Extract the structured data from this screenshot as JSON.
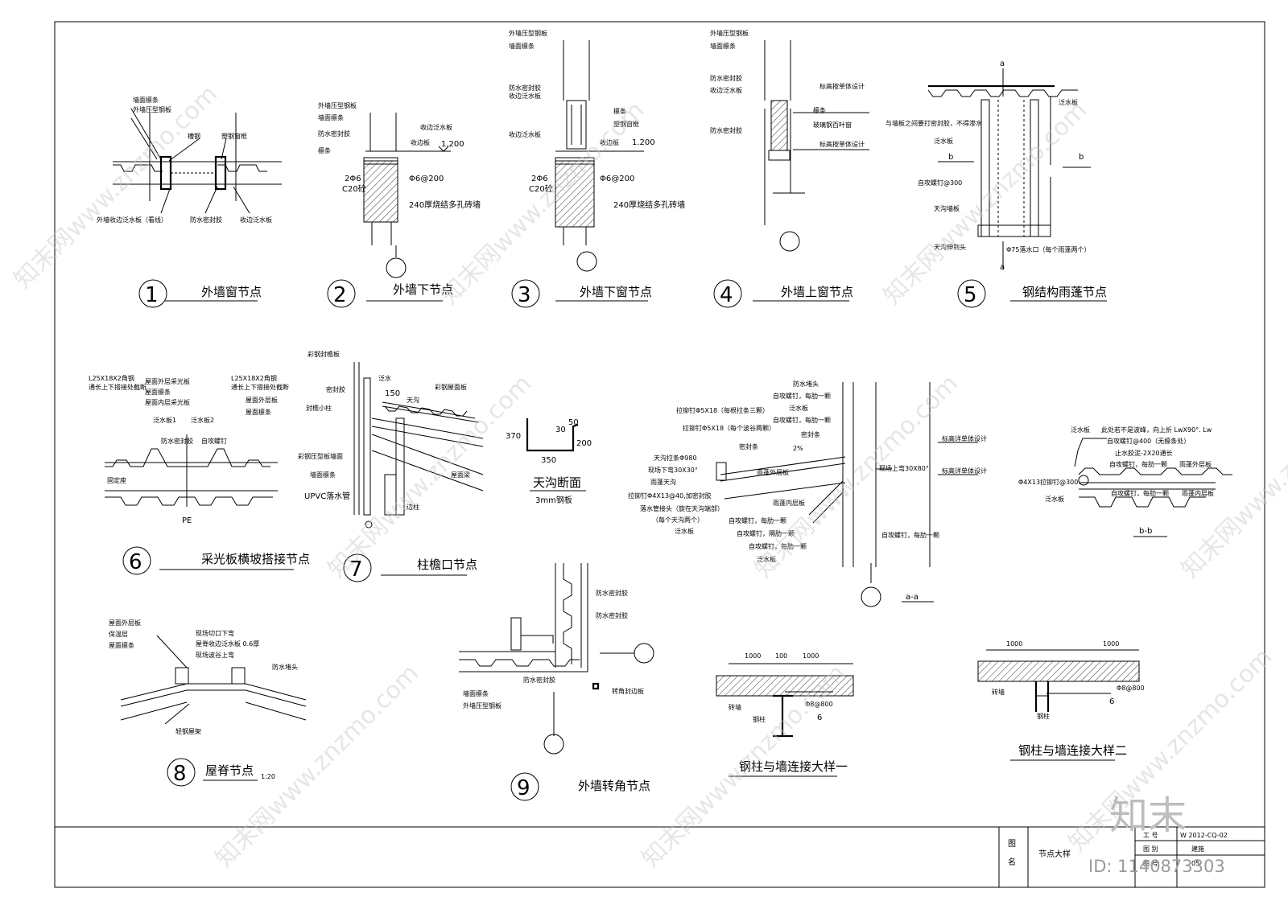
{
  "details": [
    {
      "num": "1",
      "title": "外墙窗节点",
      "labels": [
        "墙面檩条",
        "外墙压型钢板",
        "槽钢",
        "塑钢窗框",
        "外墙收边泛水板（看线）",
        "防水密封胶",
        "收边泛水板"
      ]
    },
    {
      "num": "2",
      "title": "外墙下节点",
      "labels": [
        "外墙压型钢板",
        "墙面檩条",
        "防水密封胶",
        "收边泛水板",
        "檩条",
        "收边板",
        "1.200",
        "2Φ6",
        "C20砼",
        "Φ6@200",
        "240厚烧结多孔砖墙"
      ]
    },
    {
      "num": "3",
      "title": "外墙下窗节点",
      "labels": [
        "外墙压型钢板",
        "墙面檩条",
        "防水密封胶",
        "收边泛水板",
        "檩条",
        "塑钢窗框",
        "收边泛水板",
        "收边板",
        "1.200",
        "2Φ6",
        "C20砼",
        "Φ6@200",
        "240厚烧结多孔砖墙"
      ]
    },
    {
      "num": "4",
      "title": "外墙上窗节点",
      "labels": [
        "外墙压型钢板",
        "墙面檩条",
        "防水密封胶",
        "收边泛水板",
        "标高按单体设计",
        "檩条",
        "玻璃钢百叶窗",
        "防水密封胶",
        "标高按单体设计"
      ]
    },
    {
      "num": "5",
      "title": "钢结构雨蓬节点",
      "labels": [
        "a",
        "泛水板",
        "与墙板之间要打密封胶，不得渗水",
        "泛水板",
        "b",
        "b",
        "自攻螺钉@300",
        "天沟墙板",
        "天沟伸到头",
        "Φ75落水口（每个雨蓬两个）",
        "a"
      ]
    },
    {
      "num": "6",
      "title": "采光板横坡搭接节点",
      "labels": [
        "L25X18X2角钢",
        "通长上下搭接处截断",
        "屋面外层采光板",
        "屋面檩条",
        "屋面内层采光板",
        "L25X18X2角钢",
        "通长上下搭接处截断",
        "屋面外层板",
        "屋面檩条",
        "泛水板1",
        "泛水板2",
        "防水密封胶",
        "自攻螺钉",
        "固定座",
        "PE"
      ]
    },
    {
      "num": "7",
      "title": "柱檐口节点",
      "labels": [
        "彩钢封檐板",
        "密封胶",
        "封檐小柱",
        "泛水",
        "150",
        "彩钢屋面板",
        "天沟",
        "彩钢压型板墙面",
        "墙面檩条",
        "UPVC落水管",
        "屋面梁",
        "边柱"
      ]
    },
    {
      "num": "8",
      "title": "屋脊节点",
      "scale": "1:20",
      "labels": [
        "屋面外层板",
        "保温层",
        "屋面檩条",
        "现场切口下弯",
        "屋脊收边泛水板 0.6厚",
        "现场波谷上弯",
        "防水堵头",
        "轻钢屋架"
      ]
    },
    {
      "num": "9",
      "title": "外墙转角节点",
      "labels": [
        "防水密封胶",
        "防水密封胶",
        "墙面檩条",
        "外墙压型钢板",
        "防水密封胶",
        "转角封边板"
      ]
    }
  ],
  "gutter": {
    "title": "天沟断面",
    "subtitle": "3mm钢板",
    "dims": [
      "370",
      "350",
      "30",
      "50",
      "200"
    ]
  },
  "section_aa": {
    "title": "a-a",
    "labels": [
      "拉铆钉Φ5X18（每根拉条三颗）",
      "拉铆钉Φ5X18（每个波谷两颗）",
      "天沟拉条Φ980",
      "现场下弯30X30°",
      "雨蓬天沟",
      "拉铆钉Φ4X13@40,加密封胶",
      "落水管接头（旋在天沟端部）",
      "（每个天沟两个）",
      "泛水板",
      "防水堵头",
      "自攻螺钉，每肋一颗",
      "泛水板",
      "自攻螺钉，每肋一颗",
      "密封条",
      "密封条",
      "2%",
      "雨蓬外层板",
      "雨蓬内层板",
      "自攻螺钉，每肋一颗",
      "自攻螺钉，隔肋一颗",
      "自攻螺钉，每肋一颗",
      "泛水板",
      "自攻螺钉，每肋一颗",
      "标高详单体设计",
      "现场上弯30X80°",
      "标高详单体设计"
    ]
  },
  "section_bb": {
    "title": "b-b",
    "labels": [
      "泛水板",
      "此处若不是波峰，向上折 LwX90°. Lw",
      "自攻螺钉@400（无檩条处）",
      "止水胶泥-2X20通长",
      "自攻螺钉，每肋一颗",
      "雨蓬外层板",
      "Φ4X13拉铆钉@300",
      "自攻螺钉，每肋一颗",
      "雨蓬内层板",
      "泛水板"
    ]
  },
  "connection1": {
    "title": "钢柱与墙连接大样一",
    "dims": [
      "1000",
      "100",
      "1000"
    ],
    "labels": [
      "砖墙",
      "Φ8@800",
      "钢柱",
      "6"
    ]
  },
  "connection2": {
    "title": "钢柱与墙连接大样二",
    "dims": [
      "1000",
      "1000"
    ],
    "labels": [
      "砖墙",
      "Φ8@800",
      "钢柱",
      "6"
    ]
  },
  "title_block": {
    "label_tu": "图",
    "label_ming": "名",
    "drawing_name": "节点大样",
    "project_no_label": "工  号",
    "project_no": "W 2012-CQ-02",
    "category_label": "图  别",
    "category": "建施",
    "sheet_no_label": "图  号",
    "sheet_no": "05"
  },
  "watermark": {
    "site": "知末网www.znzmo.com",
    "brand": "知末",
    "id": "ID: 1140873303"
  }
}
